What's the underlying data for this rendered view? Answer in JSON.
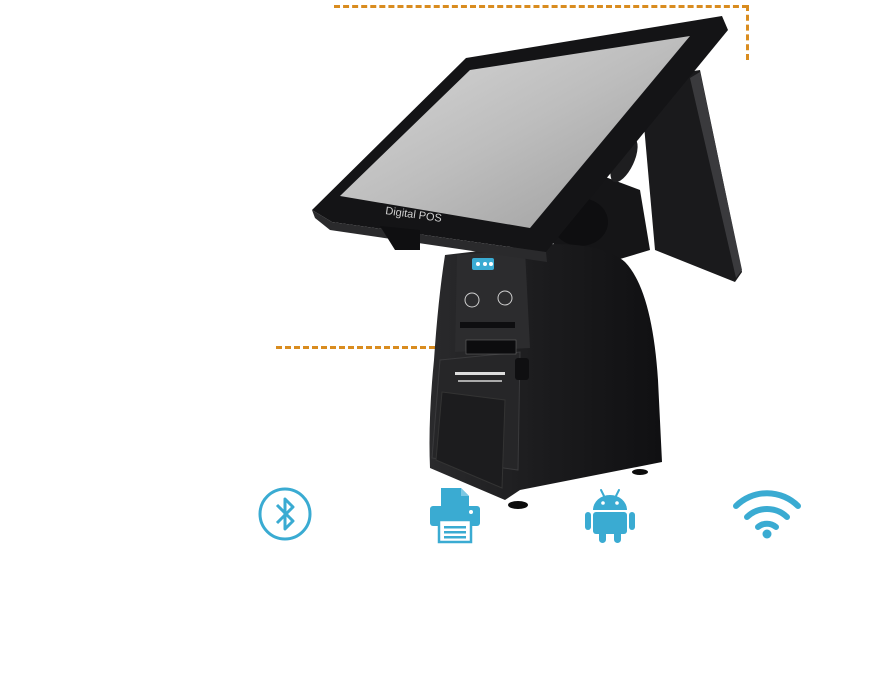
{
  "product": {
    "brand_logo": "Digital POS"
  },
  "features": [
    {
      "name": "bluetooth",
      "icon": "bluetooth-icon",
      "color": "#3aabd2"
    },
    {
      "name": "printer",
      "icon": "printer-icon",
      "color": "#3aabd2"
    },
    {
      "name": "android",
      "icon": "android-icon",
      "color": "#3aabd2"
    },
    {
      "name": "wifi",
      "icon": "wifi-icon",
      "color": "#3aabd2"
    }
  ],
  "colors": {
    "callout_line": "#d98c1f",
    "icon_accent": "#3aabd2",
    "device_body": "#1c1c1e",
    "screen": "#c9c9c9"
  }
}
